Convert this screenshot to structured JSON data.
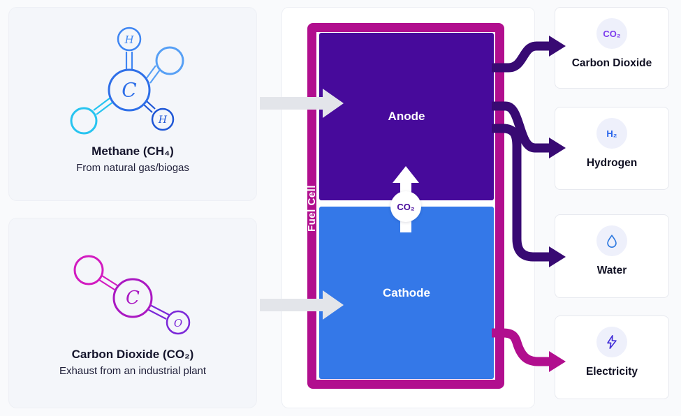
{
  "inputs": [
    {
      "title": "Methane (CH₄)",
      "subtitle": "From natural gas/biogas",
      "molecule": {
        "center": "C",
        "top": "H",
        "lower_right": "H"
      }
    },
    {
      "title": "Carbon Dioxide (CO₂)",
      "subtitle": "Exhaust from an industrial plant",
      "molecule": {
        "center": "C",
        "right": "O"
      }
    }
  ],
  "fuel_cell": {
    "label": "Fuel Cell",
    "anode": "Anode",
    "cathode": "Cathode",
    "co2_bubble": "CO₂"
  },
  "outputs": [
    {
      "icon": "co2-badge",
      "icon_text": "CO₂",
      "label": "Carbon Dioxide"
    },
    {
      "icon": "h2-badge",
      "icon_text": "H₂",
      "label": "Hydrogen"
    },
    {
      "icon": "water-drop",
      "icon_text": "",
      "label": "Water"
    },
    {
      "icon": "electricity-bolt",
      "icon_text": "",
      "label": "Electricity"
    }
  ],
  "colors": {
    "anode": "#470a9b",
    "cathode": "#3478e8",
    "fuel_cell_frame": "#b10e8e",
    "output_arrow_dark": "#380a73",
    "output_arrow_magenta": "#b10e8e",
    "input_arrow_gray": "#e3e5ea",
    "co2_icon": "#7c3aed",
    "h2_icon": "#2563eb"
  }
}
